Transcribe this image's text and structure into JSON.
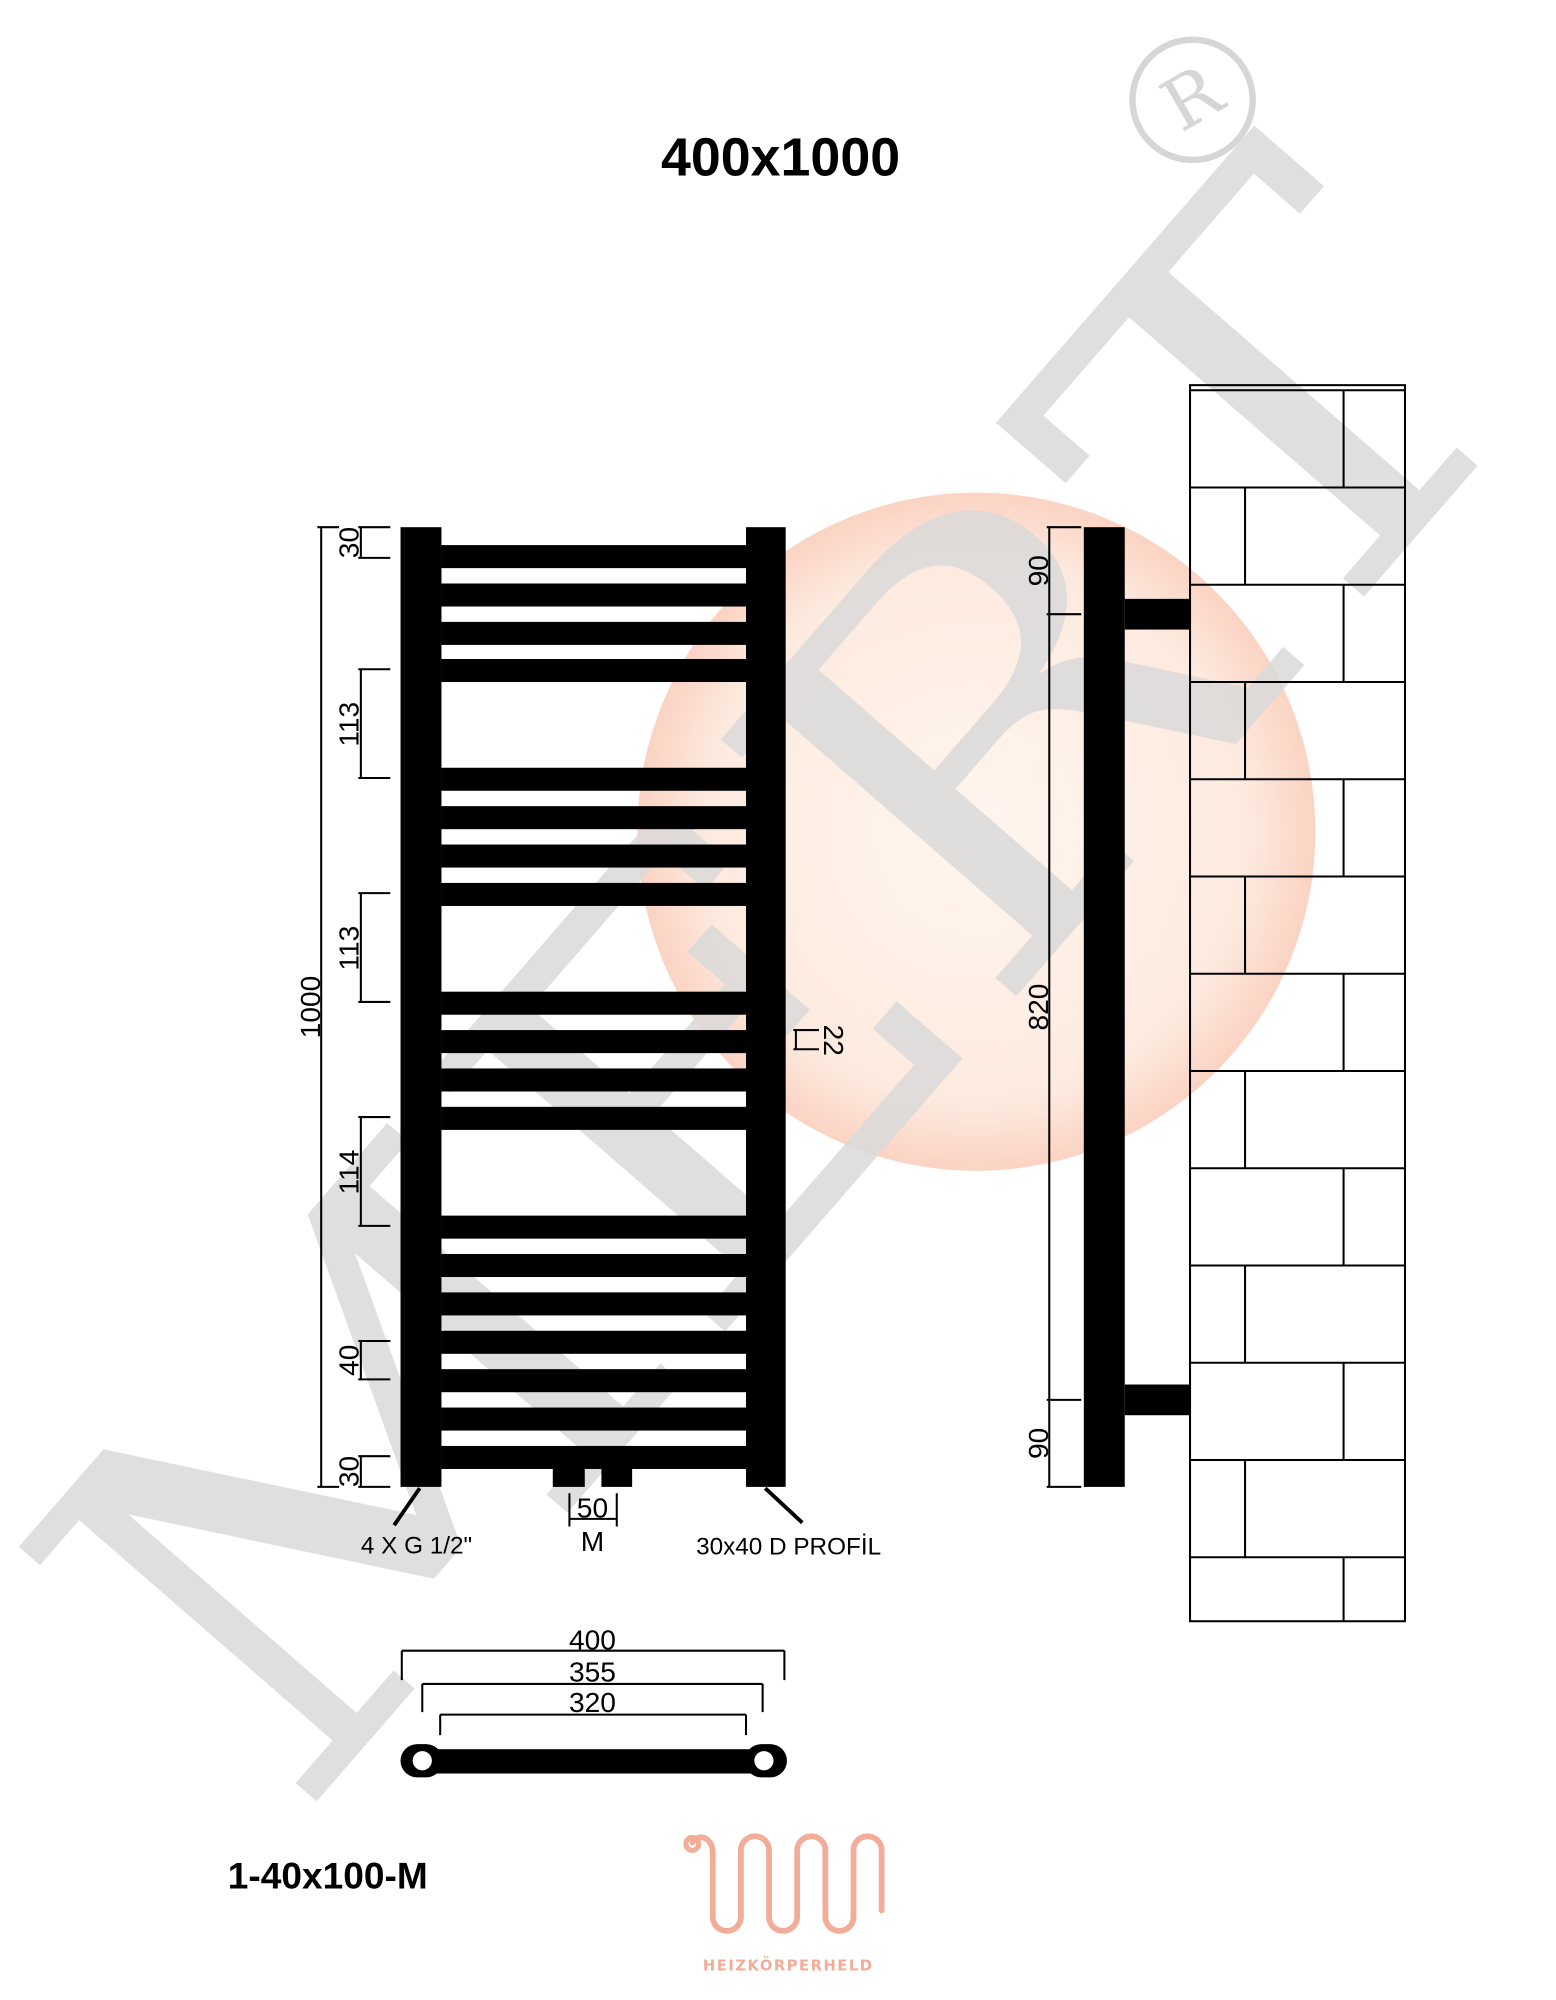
{
  "title": "400x1000",
  "model_code": "1-40x100-M",
  "watermark": {
    "text": "MERT",
    "registered_mark": "R",
    "color": "#d9d9d9",
    "circle_color": "#fbd3c3"
  },
  "brand": {
    "name": "HEIZKÖRPERHELD",
    "color": "#f2ac98"
  },
  "front_view": {
    "height_dim": "1000",
    "segment_dims": [
      "30",
      "113",
      "113",
      "114",
      "40",
      "30"
    ],
    "bar_height_dim": "22",
    "connection_spacing": "50",
    "connection_label": "M",
    "connection_note": "4 X G 1/2\"",
    "profile_note": "30x40 D PROFİL"
  },
  "plan_view": {
    "widths": [
      "400",
      "355",
      "320"
    ]
  },
  "side_view": {
    "dims": [
      "90",
      "820",
      "90"
    ]
  }
}
